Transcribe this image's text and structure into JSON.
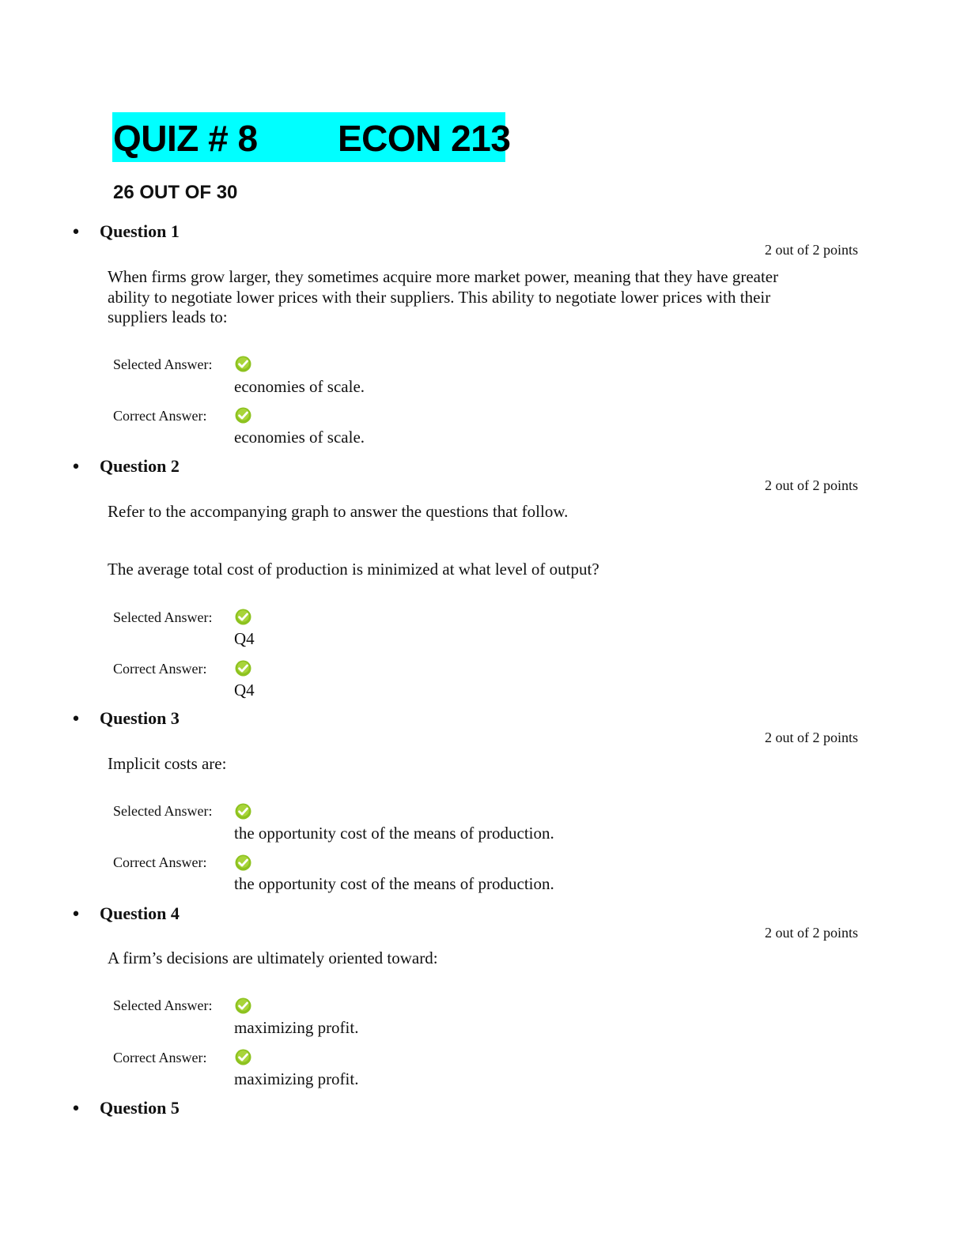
{
  "header": {
    "quiz_label": "QUIZ # 8",
    "course_label": "ECON 213",
    "score_label": "26 OUT OF 30",
    "highlight_color": "#00ffff"
  },
  "labels": {
    "selected": "Selected Answer:",
    "correct": "Correct Answer:"
  },
  "icons": {
    "correct": "check-circle-icon",
    "correct_color": "#8dc21f"
  },
  "questions": [
    {
      "title": "Question 1",
      "points": "2 out of 2 points",
      "text": "When firms grow larger, they sometimes acquire more market power, meaning that they have greater ability to negotiate lower prices with their suppliers. This ability to negotiate lower prices with their suppliers leads to:",
      "selected_answer": "economies of scale.",
      "correct_answer": "economies of scale."
    },
    {
      "title": "Question 2",
      "points": "2 out of 2 points",
      "text": "Refer to the accompanying graph to answer the questions that follow.",
      "text_2": "The average total cost of production is minimized at what level of output?",
      "selected_answer": "Q4",
      "correct_answer": "Q4"
    },
    {
      "title": "Question 3",
      "points": "2 out of 2 points",
      "text": "Implicit costs are:",
      "selected_answer": "the opportunity cost of the means of production.",
      "correct_answer": "the opportunity cost of the means of production."
    },
    {
      "title": "Question 4",
      "points": "2 out of 2 points",
      "text": "A firm’s decisions are ultimately oriented toward:",
      "selected_answer": "maximizing profit.",
      "correct_answer": "maximizing profit."
    },
    {
      "title": "Question 5"
    }
  ]
}
